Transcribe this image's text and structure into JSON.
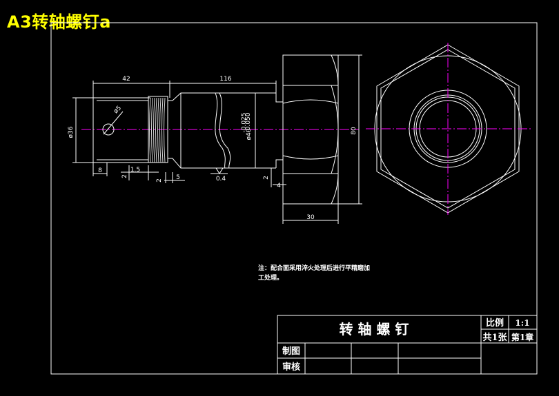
{
  "overlay_title": "A3转轴螺钉a",
  "dims": {
    "d42": "42",
    "d116": "116",
    "d36": "ø36",
    "d5": "ø5",
    "d40": "ø40",
    "tol_upper": "-0.025",
    "tol_lower": "-0.050",
    "d80": "80",
    "d8": "8",
    "d15": "1.5",
    "d2a": "2",
    "d2b": "2",
    "d5b": "5",
    "d2c": "2",
    "d4": "4",
    "d30": "30",
    "rough": "0.4"
  },
  "note": {
    "line1": "注：配合面采用淬火处理后进行平精磨加",
    "line2": "工处理。"
  },
  "title_block": {
    "part_name": "转 轴 螺 钉",
    "scale_label": "比例",
    "scale_value": "1:1",
    "sheets": "共1张",
    "sheet_no": "第1章",
    "drawn_label": "制图",
    "checked_label": "审核"
  }
}
